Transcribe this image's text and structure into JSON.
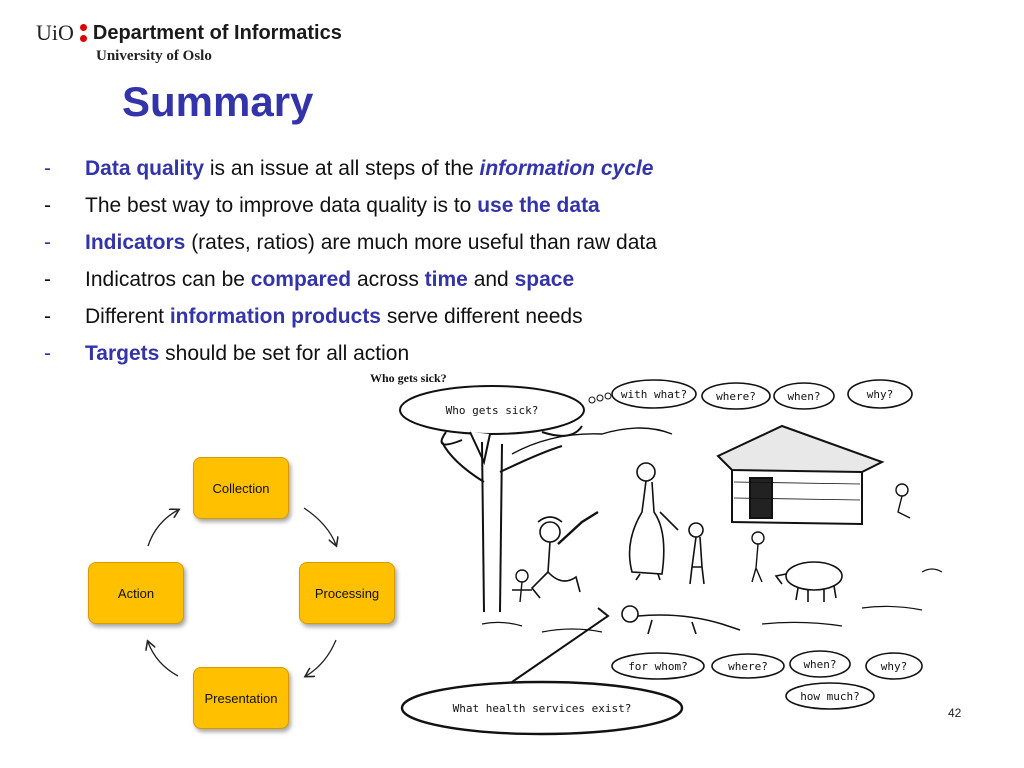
{
  "header": {
    "uio": "UiO",
    "department": "Department of Informatics",
    "university": "University of Oslo"
  },
  "title": "Summary",
  "bullets": [
    {
      "dash": "-",
      "dash_color": "blue",
      "parts": [
        {
          "t": "Data quality",
          "s": "hl"
        },
        {
          "t": " is an issue at all steps of the "
        },
        {
          "t": "information cycle",
          "s": "hl-it"
        }
      ]
    },
    {
      "dash": "-",
      "dash_color": "black",
      "parts": [
        {
          "t": "The best way to improve data quality is to "
        },
        {
          "t": "use the data",
          "s": "hl"
        }
      ]
    },
    {
      "dash": "-",
      "dash_color": "blue",
      "parts": [
        {
          "t": "Indicators",
          "s": "hl"
        },
        {
          "t": " (rates, ratios) are much more useful than raw data"
        }
      ]
    },
    {
      "dash": "-",
      "dash_color": "black",
      "parts": [
        {
          "t": "Indicatros can be "
        },
        {
          "t": "compared",
          "s": "hl"
        },
        {
          "t": " across "
        },
        {
          "t": "time",
          "s": "hl"
        },
        {
          "t": " and "
        },
        {
          "t": "space",
          "s": "hl"
        }
      ]
    },
    {
      "dash": "-",
      "dash_color": "black",
      "parts": [
        {
          "t": "Different "
        },
        {
          "t": "information products",
          "s": "hl"
        },
        {
          "t": " serve different needs"
        }
      ]
    },
    {
      "dash": "-",
      "dash_color": "blue",
      "parts": [
        {
          "t": "Targets",
          "s": "hl"
        },
        {
          "t": " should be set for all action"
        }
      ]
    }
  ],
  "cycle": {
    "collection": "Collection",
    "processing": "Processing",
    "presentation": "Presentation",
    "action": "Action"
  },
  "illustration": {
    "heading": "Who gets sick?",
    "big_bubble": "Who gets sick?",
    "top_bubbles": [
      "with what?",
      "where?",
      "when?",
      "why?"
    ],
    "bottom_bubbles": [
      "for whom?",
      "where?",
      "when?",
      "why?"
    ],
    "how_much": "how much?",
    "health_services": "What health services exist?"
  },
  "page_number": "42",
  "colors": {
    "accent": "#3333aa",
    "box_fill": "#ffc000",
    "logo_red": "#dd0000"
  }
}
